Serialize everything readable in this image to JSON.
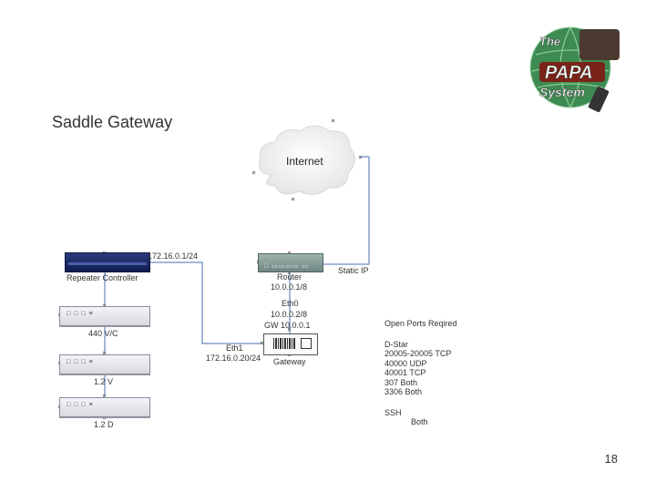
{
  "title": "Saddle Gateway",
  "page_number": "18",
  "logo": {
    "line1": "The",
    "line2": "PAPA",
    "line3": "System"
  },
  "cloud_label": "Internet",
  "devices": {
    "repeater_controller": {
      "label": "Repeater Controller",
      "ip": "172.16.0.1/24"
    },
    "radio_440": {
      "label": "440 V/C",
      "panel": "□ □ □ ≡"
    },
    "radio_12v": {
      "label": "1.2 V",
      "panel": "□ □ □ ≡"
    },
    "radio_12d": {
      "label": "1.2 D",
      "panel": "□ □ □ ≡"
    },
    "router": {
      "label": "Router",
      "ip": "10.0.0.1/8",
      "panel": "□  ▭▭▭▭  ▭"
    },
    "gateway": {
      "label": "Gateway",
      "eth0": "Eth0",
      "eth0_ip": "10.0.0.2/8",
      "gw": "GW  10.0.0.1",
      "eth1": "Eth1",
      "eth1_ip": "172.16.0.20/24"
    }
  },
  "static_ip_label": "Static IP",
  "ports": {
    "heading": "Open Ports Reqired",
    "dstar": "D-Star",
    "p1": "20005-20005 TCP",
    "p2": "40000 UDP",
    "p3": "40001 TCP",
    "p4": "307 Both",
    "p5": "3306 Both",
    "ssh": "SSH",
    "ssh_proto": "Both"
  },
  "colors": {
    "link": "#4a6fb5",
    "rc": "#1a2a66",
    "router": "#7f9692"
  }
}
